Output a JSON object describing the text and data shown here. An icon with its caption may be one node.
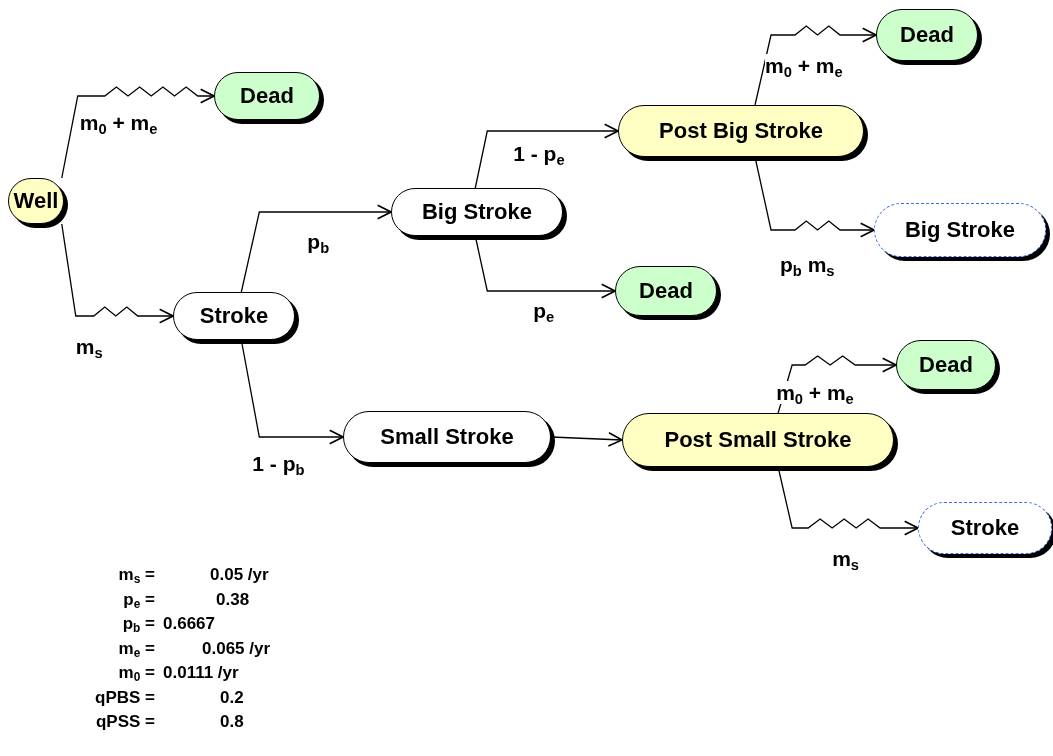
{
  "diagram": {
    "nodes": [
      {
        "text": [
          "Well"
        ]
      },
      {
        "text": [
          "Dead"
        ]
      },
      {
        "text": [
          "Stroke"
        ]
      },
      {
        "text": [
          "Big Stroke"
        ]
      },
      {
        "text": [
          "Post Big Stroke"
        ]
      },
      {
        "text": [
          "Dead"
        ]
      },
      {
        "text": [
          "Big Stroke"
        ]
      },
      {
        "text": [
          "Dead"
        ]
      },
      {
        "text": [
          "Small Stroke"
        ]
      },
      {
        "text": [
          "Post Small Stroke"
        ]
      },
      {
        "text": [
          "Dead"
        ]
      },
      {
        "text": [
          "Stroke"
        ]
      }
    ],
    "edges": [
      {
        "from": 0,
        "to": 1,
        "arrow": "to",
        "label": "m$_{0}$ + m$_{e}$"
      },
      {
        "from": 0,
        "to": 2,
        "arrow": "to",
        "label": "m$_{s}$"
      },
      {
        "from": 2,
        "to": 3,
        "arrow": "to",
        "label": "p$_{b}$"
      },
      {
        "from": 2,
        "to": 8,
        "arrow": "to",
        "label": "1 - p$_{b}$"
      },
      {
        "from": 3,
        "to": 4,
        "arrow": "to",
        "label": "1 - p$_{e}$"
      },
      {
        "from": 3,
        "to": 7,
        "arrow": "to",
        "label": "p$_{e}$"
      },
      {
        "from": 4,
        "to": 5,
        "arrow": "to",
        "label": "m$_{0}$ + m$_{e}$"
      },
      {
        "from": 4,
        "to": 6,
        "arrow": "to",
        "label": "p$_{b}$ m$_{s}$"
      },
      {
        "from": 8,
        "to": 9,
        "arrow": "to"
      },
      {
        "from": 9,
        "to": 10,
        "arrow": "to",
        "label": "m$_{0}$ + m$_{e}$"
      },
      {
        "from": 9,
        "to": 11,
        "arrow": "to",
        "label": "m$_{s}$"
      }
    ],
    "labels": [
      "m$_{s}$ =",
      "0.05 /yr",
      "p$_{e}$ =",
      "0.38",
      "p$_{b}$ =",
      "0.6667",
      "m$_{e}$ =",
      "0.065 /yr",
      "m$_{0}$ =",
      "0.0111 /yr",
      "qPBS =",
      "0.2",
      "qPSS =",
      "0.8"
    ]
  }
}
